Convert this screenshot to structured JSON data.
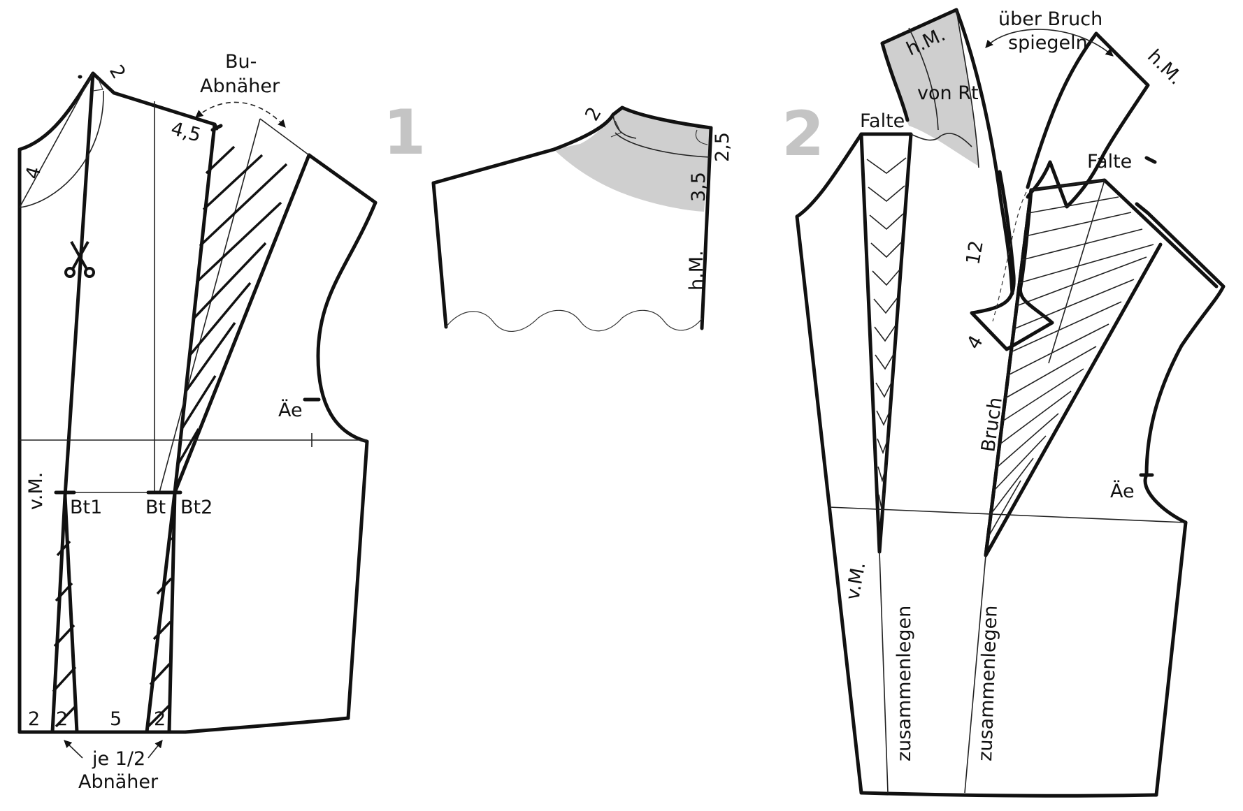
{
  "figure1": {
    "step_number": "1",
    "labels": {
      "bu_abnaeher_line1": "Bu-",
      "bu_abnaeher_line2": "Abnäher",
      "shoulder_2": "2",
      "shoulder_45": "4,5",
      "neck_4": "4",
      "armhole_mark": "Äe",
      "front_middle": "v.M.",
      "bt1": "Bt1",
      "bt": "Bt",
      "bt2": "Bt2",
      "hem_2a": "2",
      "hem_2b": "2",
      "hem_5": "5",
      "hem_2c": "2",
      "dart_note_line1": "je 1/2",
      "dart_note_line2": "Abnäher"
    }
  },
  "back_yoke": {
    "neck_2": "2",
    "shoulder_25": "2,5",
    "depth_35": "3,5",
    "back_middle": "h.M."
  },
  "figure2": {
    "step_number": "2",
    "labels": {
      "mirror_line1": "über Bruch",
      "mirror_line2": "spiegeln",
      "collar_back_middle": "h.M.",
      "collar_from_back": "von Rt",
      "facing_back_middle": "h.M.",
      "pleat_left": "Falte",
      "pleat_right": "Falte",
      "measure_12": "12",
      "measure_4": "4",
      "fold": "Bruch",
      "armhole_mark": "Äe",
      "front_middle": "v.M.",
      "join_left": "zusammenlegen",
      "join_right": "zusammenlegen"
    }
  },
  "colors": {
    "ink": "#111111",
    "shading": "#cfcfcf",
    "step_number": "#c4c4c4"
  }
}
